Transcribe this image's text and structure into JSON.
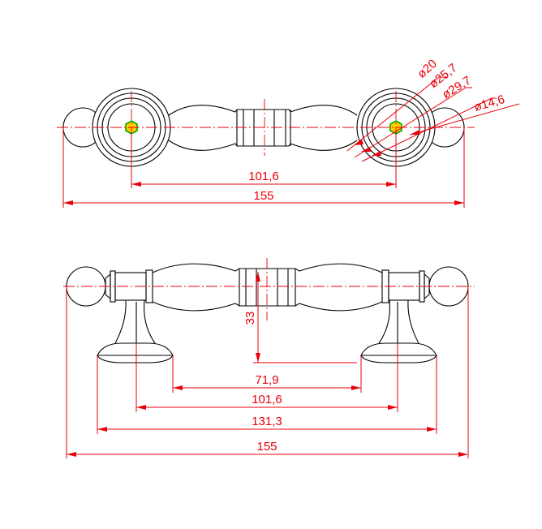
{
  "top_view": {
    "dims": {
      "d1": "101,6",
      "d2": "155",
      "dia1": "ø20",
      "dia2": "ø25,7",
      "dia3": "ø29,7",
      "dia4": "ø14,6"
    }
  },
  "side_view": {
    "dims": {
      "height": "33",
      "d1": "71,9",
      "d2": "101,6",
      "d3": "131,3",
      "d4": "155"
    }
  },
  "colors": {
    "outline": "#000000",
    "dimension": "#e8000b",
    "hole_fill": "#ffcc00",
    "hole_stroke": "#00aa00"
  }
}
